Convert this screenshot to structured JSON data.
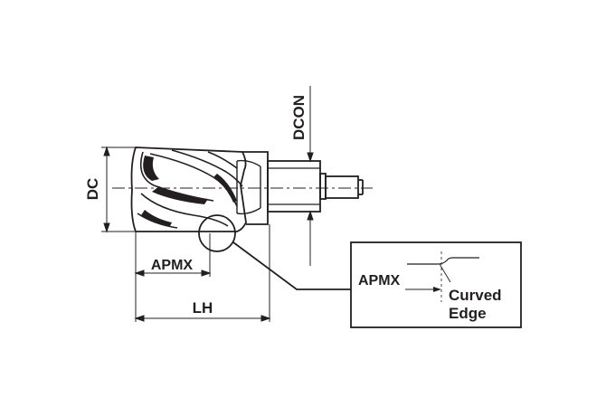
{
  "labels": {
    "dc": "DC",
    "dcon": "DCON",
    "apmx_main": "APMX",
    "lh": "LH",
    "apmx_detail": "APMX",
    "curved_line1": "Curved",
    "curved_line2": "Edge"
  },
  "colors": {
    "ink": "#231f20",
    "body_fill": "#ffffff"
  }
}
